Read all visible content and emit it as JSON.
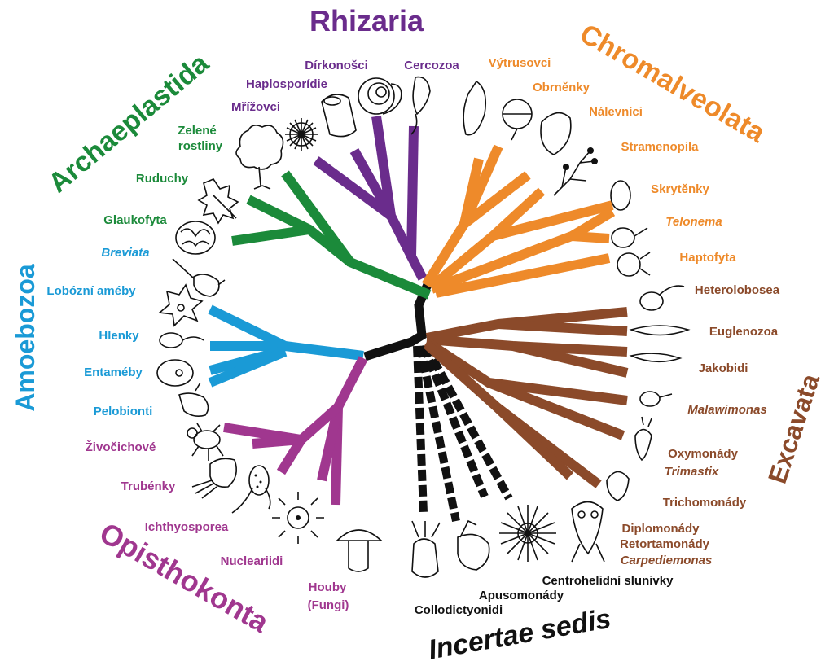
{
  "colors": {
    "archaeplastida": "#1b8a3a",
    "rhizaria": "#6a2c8c",
    "chromalveolata": "#ee8a2a",
    "excavata": "#8b4a2a",
    "opisthokonta": "#a0378f",
    "amoebozoa": "#1a9ad6",
    "incertae": "#111111"
  },
  "groups": {
    "rhizaria": "Rhizaria",
    "archaeplastida": "Archaeplastida",
    "chromalveolata": "Chromalveolata",
    "amoebozoa": "Amoebozoa",
    "excavata": "Excavata",
    "opisthokonta": "Opisthokonta",
    "incertae": "Incertae sedis"
  },
  "taxa": {
    "rhizaria": [
      "Dírkonošci",
      "Cercozoa",
      "Haplosporídie",
      "Mřížovci"
    ],
    "archaeplastida": [
      "Zelené",
      "rostliny",
      "Ruduchy",
      "Glaukofyta"
    ],
    "chromalveolata": [
      "Výtrusovci",
      "Obrněnky",
      "Nálevníci",
      "Stramenopila",
      "Skrytěnky",
      "Telonema",
      "Haptofyta"
    ],
    "amoebozoa": [
      "Breviata",
      "Lobózní améby",
      "Hlenky",
      "Entaméby",
      "Pelobionti"
    ],
    "excavata": [
      "Heterolobosea",
      "Euglenozoa",
      "Jakobidi",
      "Malawimonas",
      "Oxymonády",
      "Trimastix",
      "Trichomonády",
      "Diplomonády",
      "Retortamonády",
      "Carpediemonas"
    ],
    "opisthokonta": [
      "Živočichové",
      "Trubénky",
      "Ichthyosporea",
      "Nucleariidi",
      "Houby",
      "(Fungi)"
    ],
    "incertae": [
      "Centrohelidní slunivky",
      "Apusomonády",
      "Collodictyonidi"
    ]
  }
}
